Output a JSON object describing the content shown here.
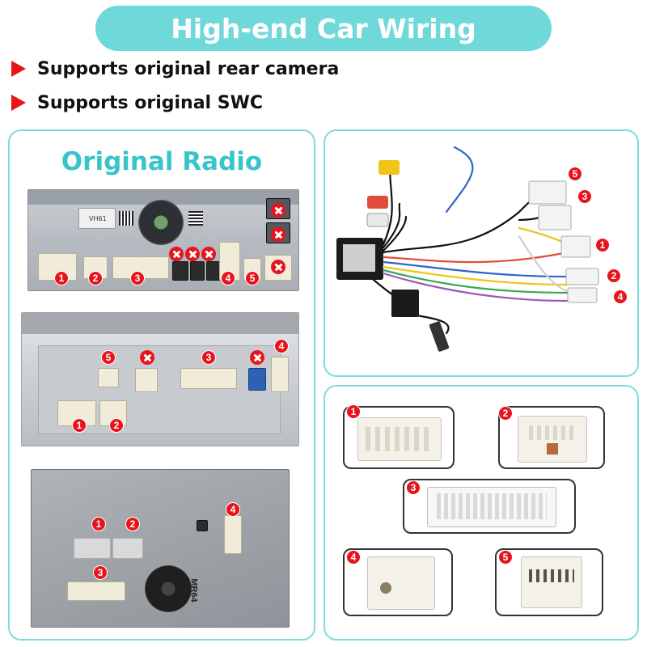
{
  "header": {
    "title": "High-end Car Wiring"
  },
  "features": [
    "Supports original rear camera",
    "Supports original SWC"
  ],
  "left_panel": {
    "title": "Original Radio",
    "unit1": {
      "sticker_text": "VH61",
      "badges": [
        "1",
        "2",
        "3",
        "4",
        "5"
      ]
    },
    "unit2": {
      "badges": [
        "5",
        "3",
        "4",
        "1",
        "2"
      ]
    },
    "unit3": {
      "stamp_text": "MR64",
      "badges": [
        "1",
        "2",
        "4",
        "3"
      ]
    }
  },
  "harness_panel": {
    "badges": [
      "5",
      "3",
      "1",
      "2",
      "4"
    ]
  },
  "connector_panel": {
    "badges": [
      "1",
      "2",
      "3",
      "4",
      "5"
    ]
  },
  "colors": {
    "accent_teal": "#6fd8d9",
    "title_teal": "#38c4c9",
    "badge_red": "#e8141c",
    "panel_border": "#7fdcdc"
  }
}
